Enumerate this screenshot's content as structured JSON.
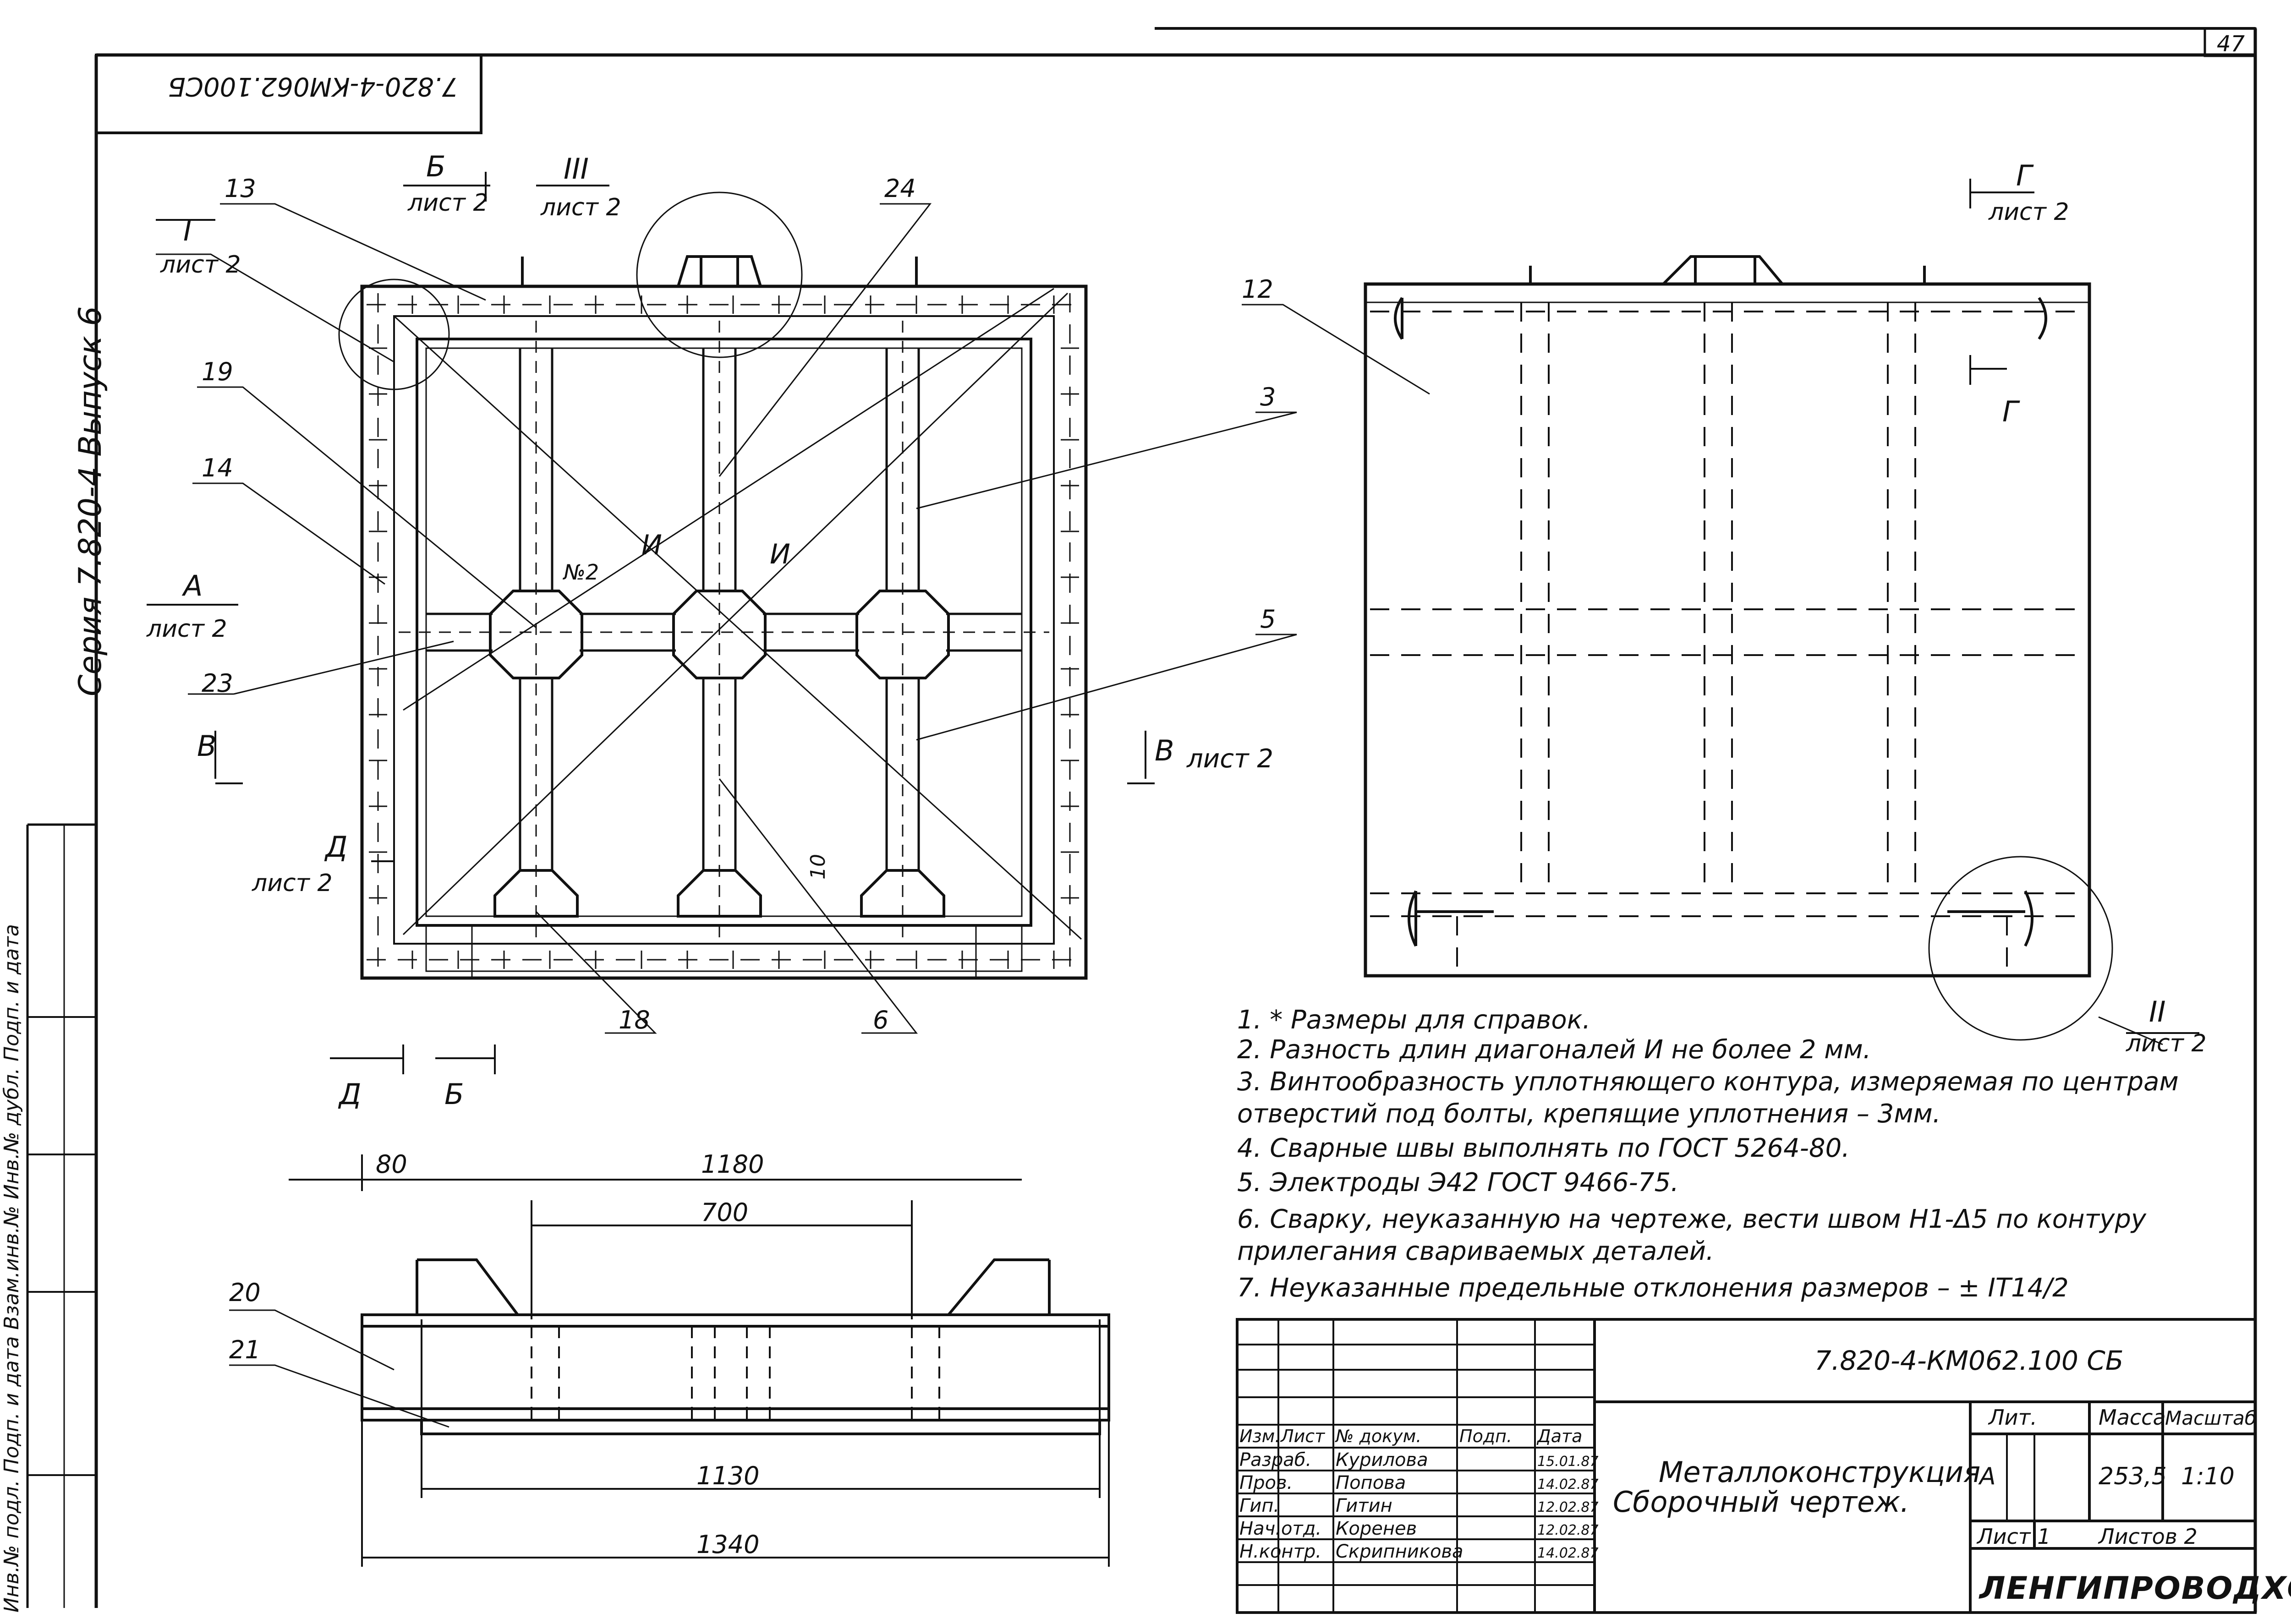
{
  "sheet": {
    "page_number": "47",
    "stamp_code_rotated": "7.820-4-КМ062.100СБ",
    "series_label": "Серия 7.820-4   Выпуск 6",
    "side_stamp": "Инв.№ подл.  Подп. и дата  Взам.инв.№  Инв.№ дубл.  Подп. и дата"
  },
  "section_marks": {
    "b_top": {
      "letter": "Б",
      "sheet": "лист 2"
    },
    "iii_top": {
      "letter": "III",
      "sheet": "лист 2"
    },
    "i_top": {
      "letter": "I",
      "sheet": "лист 2"
    },
    "g_top": {
      "letter": "Г",
      "sheet": "лист 2"
    },
    "g_side": {
      "letter": "Г"
    },
    "a_left": {
      "letter": "А",
      "sheet": "лист 2"
    },
    "v_left": {
      "letter": "В"
    },
    "v_right": {
      "letter": "В",
      "sheet": "лист 2"
    },
    "d_left": {
      "letter": "Д",
      "sheet": "лист 2"
    },
    "ii_right": {
      "letter": "II",
      "sheet": "лист 2"
    },
    "d_bottom": {
      "letter": "Д"
    },
    "b_bottom": {
      "letter": "Б"
    }
  },
  "callouts": {
    "c13": "13",
    "c24": "24",
    "c19": "19",
    "c14": "14",
    "c23": "23",
    "c18": "18",
    "c6": "6",
    "c12": "12",
    "c3": "3",
    "c5": "5",
    "c20": "20",
    "c21": "21",
    "n2": "№2",
    "i1": "И",
    "i2": "И",
    "dim10": "10"
  },
  "dimensions": {
    "d80": "80",
    "d1180": "1180",
    "d700": "700",
    "d1130": "1130",
    "d1340": "1340"
  },
  "notes": [
    "1. * Размеры для справок.",
    "2. Разность длин диагоналей И не более 2 мм.",
    "3. Винтообразность уплотняющего контура, измеряемая по центрам",
    "отверстий под болты, крепящие уплотнения – 3мм.",
    "4. Сварные швы выполнять по ГОСТ 5264-80.",
    "5. Электроды Э42 ГОСТ 9466-75.",
    "6. Сварку, неуказанную на чертеже, вести швом Н1-Δ5 по контуру",
    "прилегания свариваемых деталей.",
    "7. Неуказанные предельные отклонения размеров – ± IT14/2"
  ],
  "title_block": {
    "document_code": "7.820-4-КМ062.100 СБ",
    "title_line1": "Металлоконструкция",
    "title_line2": "Сборочный чертеж.",
    "col_headers": [
      "Изм.",
      "Лист",
      "№ докум.",
      "Подп.",
      "Дата"
    ],
    "rows": [
      {
        "role": "Разраб.",
        "name": "Курилова",
        "date": "15.01.87"
      },
      {
        "role": "Пров.",
        "name": "Попова",
        "date": "14.02.87"
      },
      {
        "role": "Гип.",
        "name": "Гитин",
        "date": "12.02.87"
      },
      {
        "role": "Нач.отд.",
        "name": "Коренев",
        "date": "12.02.87"
      },
      {
        "role": "Н.контр.",
        "name": "Скрипникова",
        "date": "14.02.87"
      }
    ],
    "lit_label": "Лит.",
    "mass_label": "Масса",
    "scale_label": "Масштаб",
    "lit_value": "А",
    "mass_value": "253,5",
    "scale_value": "1:10",
    "sheet_label": "Лист 1",
    "sheets_label": "Листов 2",
    "org_name": "ЛЕНГИПРОВОДХОЗ"
  }
}
